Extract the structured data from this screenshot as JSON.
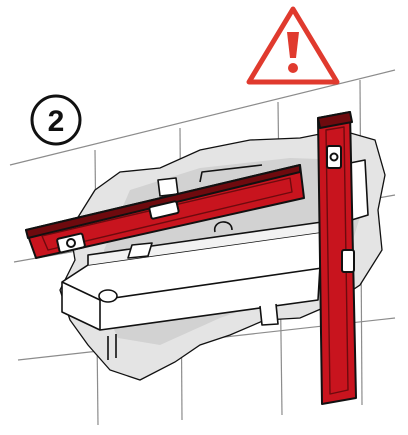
{
  "step": {
    "number": "2"
  },
  "warning": {
    "icon": "warning-triangle-icon",
    "color": "#e03a2e"
  },
  "colors": {
    "level_red": "#c8141e",
    "level_dark": "#6e0a0e",
    "outline": "#111111",
    "grout": "#8c8c8c",
    "plaster": "#cfcfcf",
    "unit_fill": "#ffffff"
  },
  "parts": {
    "horizontal_level": "spirit-level-horizontal",
    "vertical_level": "spirit-level-vertical",
    "concealed_body": "thermostatic-mixer-body"
  }
}
